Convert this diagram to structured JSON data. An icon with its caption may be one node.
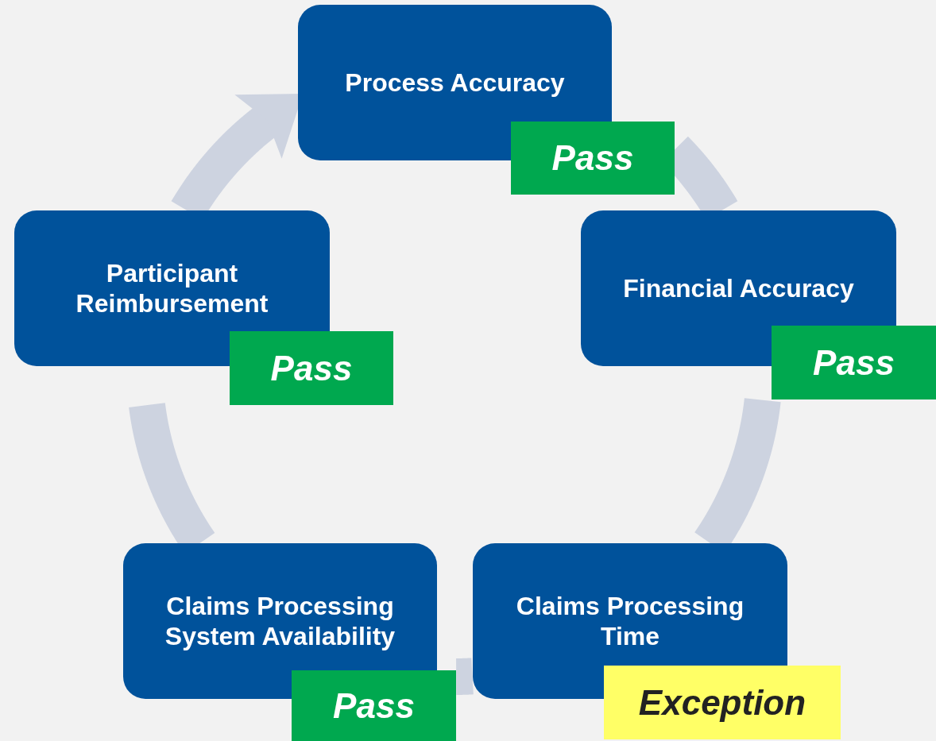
{
  "diagram": {
    "nodes": [
      {
        "text": [
          "Process Accuracy",
          "Pass"
        ]
      },
      {
        "text": [
          "Financial Accuracy",
          "Pass"
        ]
      },
      {
        "text": [
          "Claims Processing Time",
          "Exception"
        ]
      },
      {
        "text": [
          "Claims Processing System Availability",
          "Pass"
        ]
      },
      {
        "text": [
          "Participant Reimbursement",
          "Pass"
        ]
      }
    ],
    "edges": [
      {
        "from": 0,
        "to": 1,
        "arrow": "none"
      },
      {
        "from": 1,
        "to": 2,
        "arrow": "none"
      },
      {
        "from": 2,
        "to": 3,
        "arrow": "none"
      },
      {
        "from": 3,
        "to": 4,
        "arrow": "none"
      },
      {
        "from": 4,
        "to": 0,
        "arrow": "to"
      }
    ]
  }
}
